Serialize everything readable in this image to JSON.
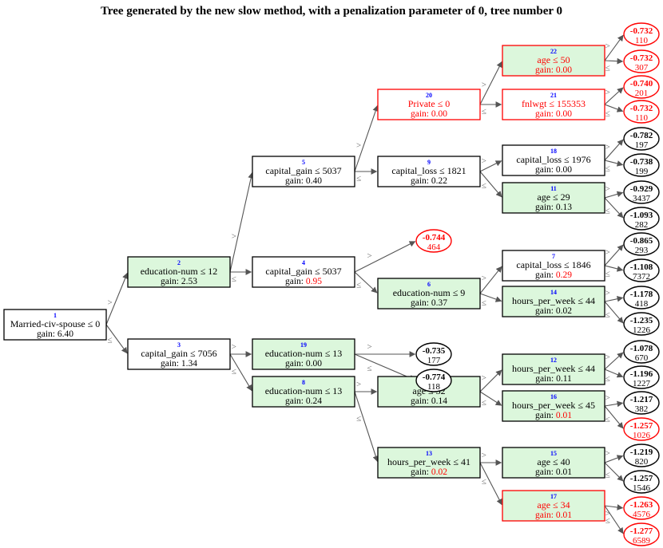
{
  "title": "Tree generated by the new slow method, with a penalization parameter of 0, tree number 0",
  "colors": {
    "normal": "#000000",
    "highlight": "#ff0000",
    "id": "#0000ff",
    "green_fill": "#dcf7dc",
    "edge": "#555555"
  },
  "nodes": [
    {
      "key": "n1",
      "id": "1",
      "label": "Married-civ-spouse  ≤  0",
      "gain": "6.40",
      "style": "plain",
      "gain_red": false
    },
    {
      "key": "n2",
      "id": "2",
      "label": "education-num  ≤  12",
      "gain": "2.53",
      "style": "green",
      "gain_red": false
    },
    {
      "key": "n3",
      "id": "3",
      "label": "capital_gain  ≤  7056",
      "gain": "1.34",
      "style": "plain",
      "gain_red": false
    },
    {
      "key": "n5",
      "id": "5",
      "label": "capital_gain  ≤  5037",
      "gain": "0.40",
      "style": "plain",
      "gain_red": false
    },
    {
      "key": "n4",
      "id": "4",
      "label": "capital_gain  ≤  5037",
      "gain": "0.95",
      "style": "plain",
      "gain_red": true
    },
    {
      "key": "n19",
      "id": "19",
      "label": "education-num  ≤  13",
      "gain": "0.00",
      "style": "green",
      "gain_red": false
    },
    {
      "key": "n8",
      "id": "8",
      "label": "education-num  ≤  13",
      "gain": "0.24",
      "style": "green",
      "gain_red": false
    },
    {
      "key": "n20",
      "id": "20",
      "label": "Private  ≤  0",
      "gain": "0.00",
      "style": "red",
      "gain_red": true
    },
    {
      "key": "n9",
      "id": "9",
      "label": "capital_loss  ≤  1821",
      "gain": "0.22",
      "style": "plain",
      "gain_red": false
    },
    {
      "key": "n6",
      "id": "6",
      "label": "education-num  ≤  9",
      "gain": "0.37",
      "style": "green",
      "gain_red": false
    },
    {
      "key": "n10",
      "id": "10",
      "label": "age  ≤  32",
      "gain": "0.14",
      "style": "green",
      "gain_red": false
    },
    {
      "key": "n13",
      "id": "13",
      "label": "hours_per_week  ≤  41",
      "gain": "0.02",
      "style": "green",
      "gain_red": true
    },
    {
      "key": "n22",
      "id": "22",
      "label": "age  ≤  50",
      "gain": "0.00",
      "style": "redgreen",
      "gain_red": true
    },
    {
      "key": "n21",
      "id": "21",
      "label": "fnlwgt  ≤  155353",
      "gain": "0.00",
      "style": "red",
      "gain_red": true
    },
    {
      "key": "n18",
      "id": "18",
      "label": "capital_loss  ≤  1976",
      "gain": "0.00",
      "style": "plain",
      "gain_red": false
    },
    {
      "key": "n11",
      "id": "11",
      "label": "age  ≤  29",
      "gain": "0.13",
      "style": "green",
      "gain_red": false
    },
    {
      "key": "n7",
      "id": "7",
      "label": "capital_loss  ≤  1846",
      "gain": "0.29",
      "style": "plain",
      "gain_red": true
    },
    {
      "key": "n14",
      "id": "14",
      "label": "hours_per_week  ≤  44",
      "gain": "0.02",
      "style": "green",
      "gain_red": false
    },
    {
      "key": "n12",
      "id": "12",
      "label": "hours_per_week  ≤  44",
      "gain": "0.11",
      "style": "green",
      "gain_red": false
    },
    {
      "key": "n16",
      "id": "16",
      "label": "hours_per_week  ≤  45",
      "gain": "0.01",
      "style": "green",
      "gain_red": true
    },
    {
      "key": "n15",
      "id": "15",
      "label": "age  ≤  40",
      "gain": "0.01",
      "style": "green",
      "gain_red": false
    },
    {
      "key": "n17",
      "id": "17",
      "label": "age  ≤  34",
      "gain": "0.01",
      "style": "redgreen",
      "gain_red": true
    }
  ],
  "leaves": [
    {
      "key": "l1",
      "value": "-0.732",
      "count": "110",
      "red": true
    },
    {
      "key": "l2",
      "value": "-0.732",
      "count": "307",
      "red": true
    },
    {
      "key": "l3",
      "value": "-0.740",
      "count": "201",
      "red": true
    },
    {
      "key": "l4",
      "value": "-0.732",
      "count": "110",
      "red": true
    },
    {
      "key": "l5",
      "value": "-0.782",
      "count": "197",
      "red": false
    },
    {
      "key": "l6",
      "value": "-0.738",
      "count": "199",
      "red": false
    },
    {
      "key": "l7",
      "value": "-0.929",
      "count": "3437",
      "red": false
    },
    {
      "key": "l8",
      "value": "-1.093",
      "count": "282",
      "red": false
    },
    {
      "key": "l9",
      "value": "-0.744",
      "count": "464",
      "red": true
    },
    {
      "key": "l10",
      "value": "-0.865",
      "count": "293",
      "red": false
    },
    {
      "key": "l11",
      "value": "-1.108",
      "count": "7372",
      "red": false
    },
    {
      "key": "l12",
      "value": "-1.178",
      "count": "418",
      "red": false
    },
    {
      "key": "l13",
      "value": "-1.235",
      "count": "1226",
      "red": false
    },
    {
      "key": "l14",
      "value": "-0.735",
      "count": "177",
      "red": false
    },
    {
      "key": "l15",
      "value": "-0.774",
      "count": "118",
      "red": false
    },
    {
      "key": "l16",
      "value": "-1.078",
      "count": "670",
      "red": false
    },
    {
      "key": "l17",
      "value": "-1.196",
      "count": "1227",
      "red": false
    },
    {
      "key": "l18",
      "value": "-1.217",
      "count": "382",
      "red": false
    },
    {
      "key": "l19",
      "value": "-1.257",
      "count": "1026",
      "red": true
    },
    {
      "key": "l20",
      "value": "-1.219",
      "count": "820",
      "red": false
    },
    {
      "key": "l21",
      "value": "-1.257",
      "count": "1546",
      "red": false
    },
    {
      "key": "l22",
      "value": "-1.263",
      "count": "4576",
      "red": true
    },
    {
      "key": "l23",
      "value": "-1.277",
      "count": "6589",
      "red": true
    }
  ],
  "edges": [
    {
      "from": "n1",
      "to": "n2",
      "label": ">"
    },
    {
      "from": "n1",
      "to": "n3",
      "label": "≤"
    },
    {
      "from": "n2",
      "to": "n5",
      "label": ">"
    },
    {
      "from": "n2",
      "to": "n4",
      "label": "≤"
    },
    {
      "from": "n3",
      "to": "n19",
      "label": ">"
    },
    {
      "from": "n3",
      "to": "n8",
      "label": "≤"
    },
    {
      "from": "n5",
      "to": "n20",
      "label": ">"
    },
    {
      "from": "n5",
      "to": "n9",
      "label": "≤"
    },
    {
      "from": "n4",
      "to": "l9",
      "label": ">"
    },
    {
      "from": "n4",
      "to": "n6",
      "label": "≤"
    },
    {
      "from": "n19",
      "to": "l14",
      "label": ">"
    },
    {
      "from": "n19",
      "to": "l15",
      "label": "≤"
    },
    {
      "from": "n8",
      "to": "n10",
      "label": ">"
    },
    {
      "from": "n8",
      "to": "n13",
      "label": "≤"
    },
    {
      "from": "n20",
      "to": "n22",
      "label": ">"
    },
    {
      "from": "n20",
      "to": "n21",
      "label": "≤"
    },
    {
      "from": "n9",
      "to": "n18",
      "label": ">"
    },
    {
      "from": "n9",
      "to": "n11",
      "label": "≤"
    },
    {
      "from": "n6",
      "to": "n7",
      "label": ">"
    },
    {
      "from": "n6",
      "to": "n14",
      "label": "≤"
    },
    {
      "from": "n10",
      "to": "n12",
      "label": ">"
    },
    {
      "from": "n10",
      "to": "n16",
      "label": "≤"
    },
    {
      "from": "n13",
      "to": "n15",
      "label": ">"
    },
    {
      "from": "n13",
      "to": "n17",
      "label": "≤"
    },
    {
      "from": "n22",
      "to": "l1",
      "label": ">"
    },
    {
      "from": "n22",
      "to": "l2",
      "label": "≤"
    },
    {
      "from": "n21",
      "to": "l3",
      "label": ">"
    },
    {
      "from": "n21",
      "to": "l4",
      "label": "≤"
    },
    {
      "from": "n18",
      "to": "l5",
      "label": ">"
    },
    {
      "from": "n18",
      "to": "l6",
      "label": "≤"
    },
    {
      "from": "n11",
      "to": "l7",
      "label": ">"
    },
    {
      "from": "n11",
      "to": "l8",
      "label": "≤"
    },
    {
      "from": "n7",
      "to": "l10",
      "label": ">"
    },
    {
      "from": "n7",
      "to": "l11",
      "label": "≤"
    },
    {
      "from": "n14",
      "to": "l12",
      "label": ">"
    },
    {
      "from": "n14",
      "to": "l13",
      "label": "≤"
    },
    {
      "from": "n12",
      "to": "l16",
      "label": ">"
    },
    {
      "from": "n12",
      "to": "l17",
      "label": "≤"
    },
    {
      "from": "n16",
      "to": "l18",
      "label": ">"
    },
    {
      "from": "n16",
      "to": "l19",
      "label": "≤"
    },
    {
      "from": "n15",
      "to": "l20",
      "label": ">"
    },
    {
      "from": "n15",
      "to": "l21",
      "label": "≤"
    },
    {
      "from": "n17",
      "to": "l22",
      "label": ">"
    },
    {
      "from": "n17",
      "to": "l23",
      "label": "≤"
    }
  ]
}
